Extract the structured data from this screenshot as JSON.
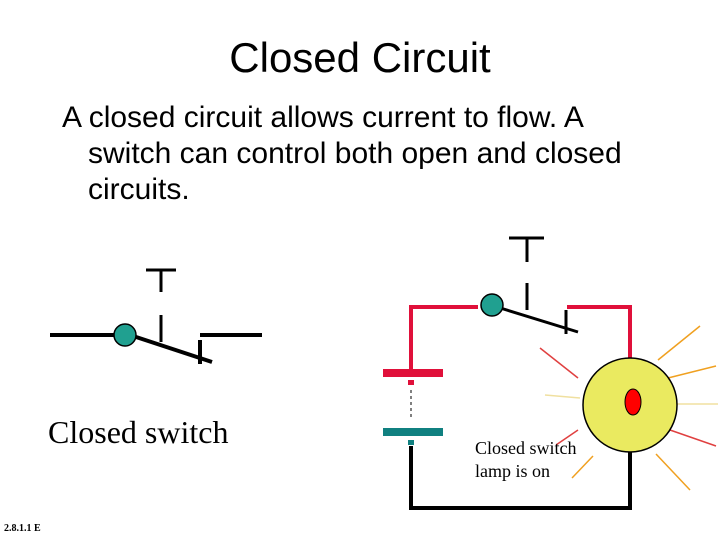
{
  "slide": {
    "title": "Closed Circuit",
    "body": "A closed circuit allows current to flow. A switch can control both open and closed circuits.",
    "closed_switch_label": "Closed switch",
    "lamp_label_line1": "Closed switch",
    "lamp_label_line2": "lamp is on",
    "footer_code": "2.8.1.1 E"
  },
  "colors": {
    "wire": "#e0103a",
    "pivot": "#20a090",
    "battery_negative": "#108080",
    "lamp": "#eaea60",
    "lamp_filament": "#ff0000",
    "rays_orange": "#f0a020",
    "rays_red": "#e04040"
  }
}
